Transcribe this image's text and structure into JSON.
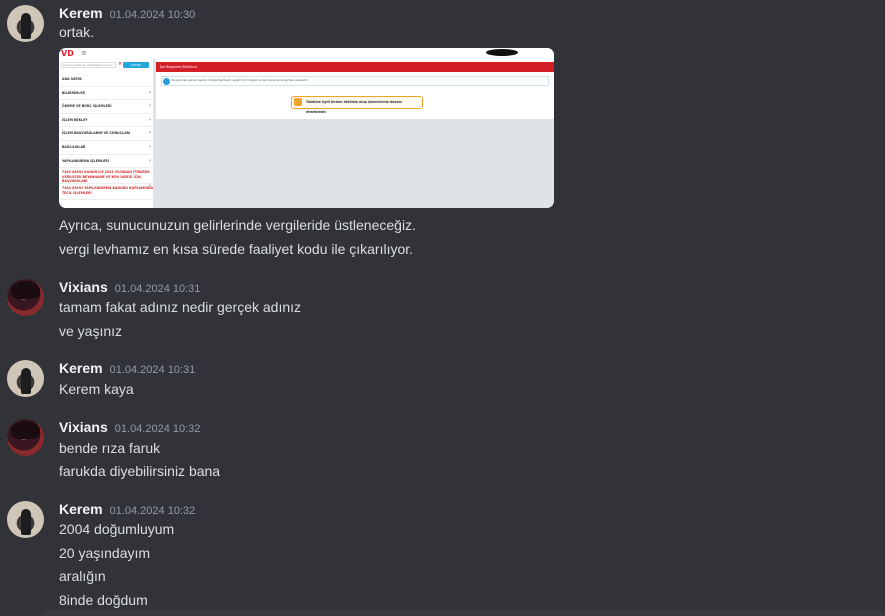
{
  "messages": [
    {
      "author": "Kerem",
      "timestamp": "01.04.2024 10:30",
      "lines": [
        "ortak."
      ],
      "after_attachment": [
        "Ayrıca, sunucunuzun gelirlerinde vergileride üstleneceğiz.",
        "vergi levhamız en kısa sürede faaliyet kodu ile çıkarılıyor."
      ]
    },
    {
      "author": "Vixians",
      "timestamp": "01.04.2024 10:31",
      "lines": [
        "tamam fakat adınız nedir gerçek adınız",
        "ve yaşınız"
      ]
    },
    {
      "author": "Kerem",
      "timestamp": "01.04.2024 10:31",
      "lines": [
        "Kerem kaya"
      ]
    },
    {
      "author": "Vixians",
      "timestamp": "01.04.2024 10:32",
      "lines": [
        "bende rıza faruk",
        "farukda diyebilirsiniz bana"
      ]
    },
    {
      "author": "Kerem",
      "timestamp": "01.04.2024 10:32",
      "lines": [
        "2004 doğumluyum",
        "20 yaşındayım",
        "aralığın",
        "8inde doğdum"
      ]
    }
  ],
  "attachment": {
    "logo": "VD",
    "search_placeholder": "Arama yapmak istediğiniz menü adını yazınız",
    "search_button": "ARAMA",
    "nav_items": [
      "ANA SAYFA",
      "BİLDİRİMLER",
      "ÖDEME VE BORÇ İŞLEMLERİ",
      "İŞLEM BEKLEY",
      "İŞLEM BAŞVURULARIM VE SONUÇLARI",
      "BAĞLILIKLAR",
      "YAPILANDIRMA İŞLEMLERİ"
    ],
    "nav_items_red": [
      "7440 SAYILI KANUN İLE 2023 YILINDAN İTİBAREN VERİLECEK BEYANNAME VE KDV İADESİ İÇİN BAŞVURULARI",
      "7440 SAYILI YAPILANDIRMA KANUNU KAPSAMINDA TECİL İŞLEMLERİ"
    ],
    "header": "İşe Başlama Bildirimi",
    "info_text": "Bu sayfadan gerçek kişilerin mükellefiyet kaydı, gerekli form bilgileri ve ilgili beyanname işlemleri yapılabilir.",
    "warning_text": "Talebine ilgili birime iletilmiş olup işlemleriniz devam etmektedir."
  },
  "colors": {
    "background": "#313338",
    "username": "#f2f3f5",
    "timestamp": "#949ba4",
    "text": "#dbdee1"
  },
  "icons": {
    "attachment_info": "info-icon",
    "attachment_warning": "warning-icon"
  }
}
